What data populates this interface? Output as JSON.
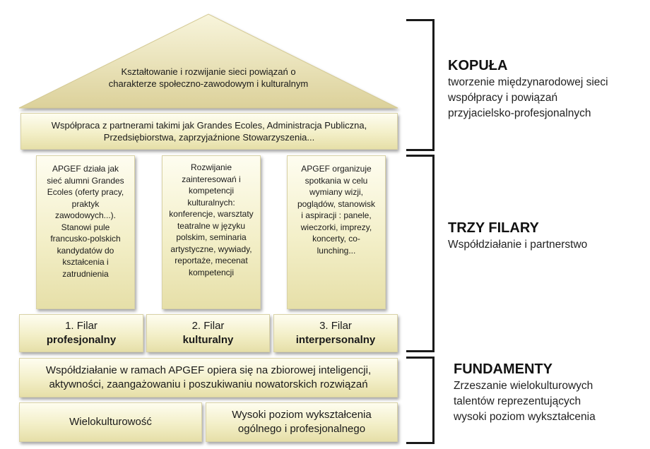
{
  "roof": {
    "text_lines": [
      "Kształtowanie i rozwijanie sieci powiązań o",
      "charakterze społeczno-zawodowym i kulturalnym"
    ]
  },
  "beam": {
    "text_lines": [
      "Współpraca z partnerami takimi jak Grandes Ecoles, Administracja Publiczna,",
      "Przedsiębiorstwa, zaprzyjaźnione Stowarzyszenia..."
    ]
  },
  "pillars": [
    {
      "column_lines": [
        "APGEF działa jak",
        "sieć alumni Grandes",
        "Ecoles (oferty pracy,",
        "praktyk",
        "zawodowych...).",
        "Stanowi pule",
        "francusko-polskich",
        "kandydatów do",
        "kształcenia i",
        "zatrudnienia"
      ],
      "label_number": "1. Filar",
      "label_name": "profesjonalny"
    },
    {
      "column_lines": [
        "Rozwijanie",
        "zainteresowań i",
        "kompetencji",
        "kulturalnych:",
        "konferencje, warsztaty",
        "teatralne w języku",
        "polskim, seminaria",
        "artystyczne, wywiady,",
        "reportaże, mecenat",
        "kompetencji"
      ],
      "label_number": "2. Filar",
      "label_name": "kulturalny"
    },
    {
      "column_lines": [
        "APGEF organizuje",
        "spotkania w celu",
        "wymiany wizji,",
        "poglądów, stanowisk",
        "i aspiracji : panele,",
        "wieczorki, imprezy,",
        "koncerty, co-",
        "lunching..."
      ],
      "label_number": "3. Filar",
      "label_name": "interpersonalny"
    }
  ],
  "foundation": {
    "text_lines": [
      "Współdziałanie w ramach APGEF opiera się na zbiorowej inteligencji,",
      "aktywności, zaangażowaniu i poszukiwaniu nowatorskich rozwiązań"
    ],
    "left_base": "Wielokulturowość",
    "right_base_lines": [
      "Wysoki poziom wykształcenia",
      "ogólnego i profesjonalnego"
    ]
  },
  "sections": [
    {
      "title": "KOPUŁA",
      "lines": [
        "tworzenie międzynarodowej sieci",
        "współpracy i powiązań",
        "przyjacielsko-profesjonalnych"
      ]
    },
    {
      "title": "TRZY FILARY",
      "lines": [
        "Współdziałanie i partnerstwo"
      ]
    },
    {
      "title": "FUNDAMENTY",
      "lines": [
        "Zrzeszanie wielokulturowych",
        "talentów reprezentujących",
        "wysoki poziom  wykształcenia"
      ]
    }
  ],
  "colors": {
    "box_light": "#fefdf0",
    "box_dark": "#e6dfa8",
    "roof_light": "#f6f2d2",
    "roof_dark": "#ddd39c",
    "bracket": "#1a1a1a"
  }
}
